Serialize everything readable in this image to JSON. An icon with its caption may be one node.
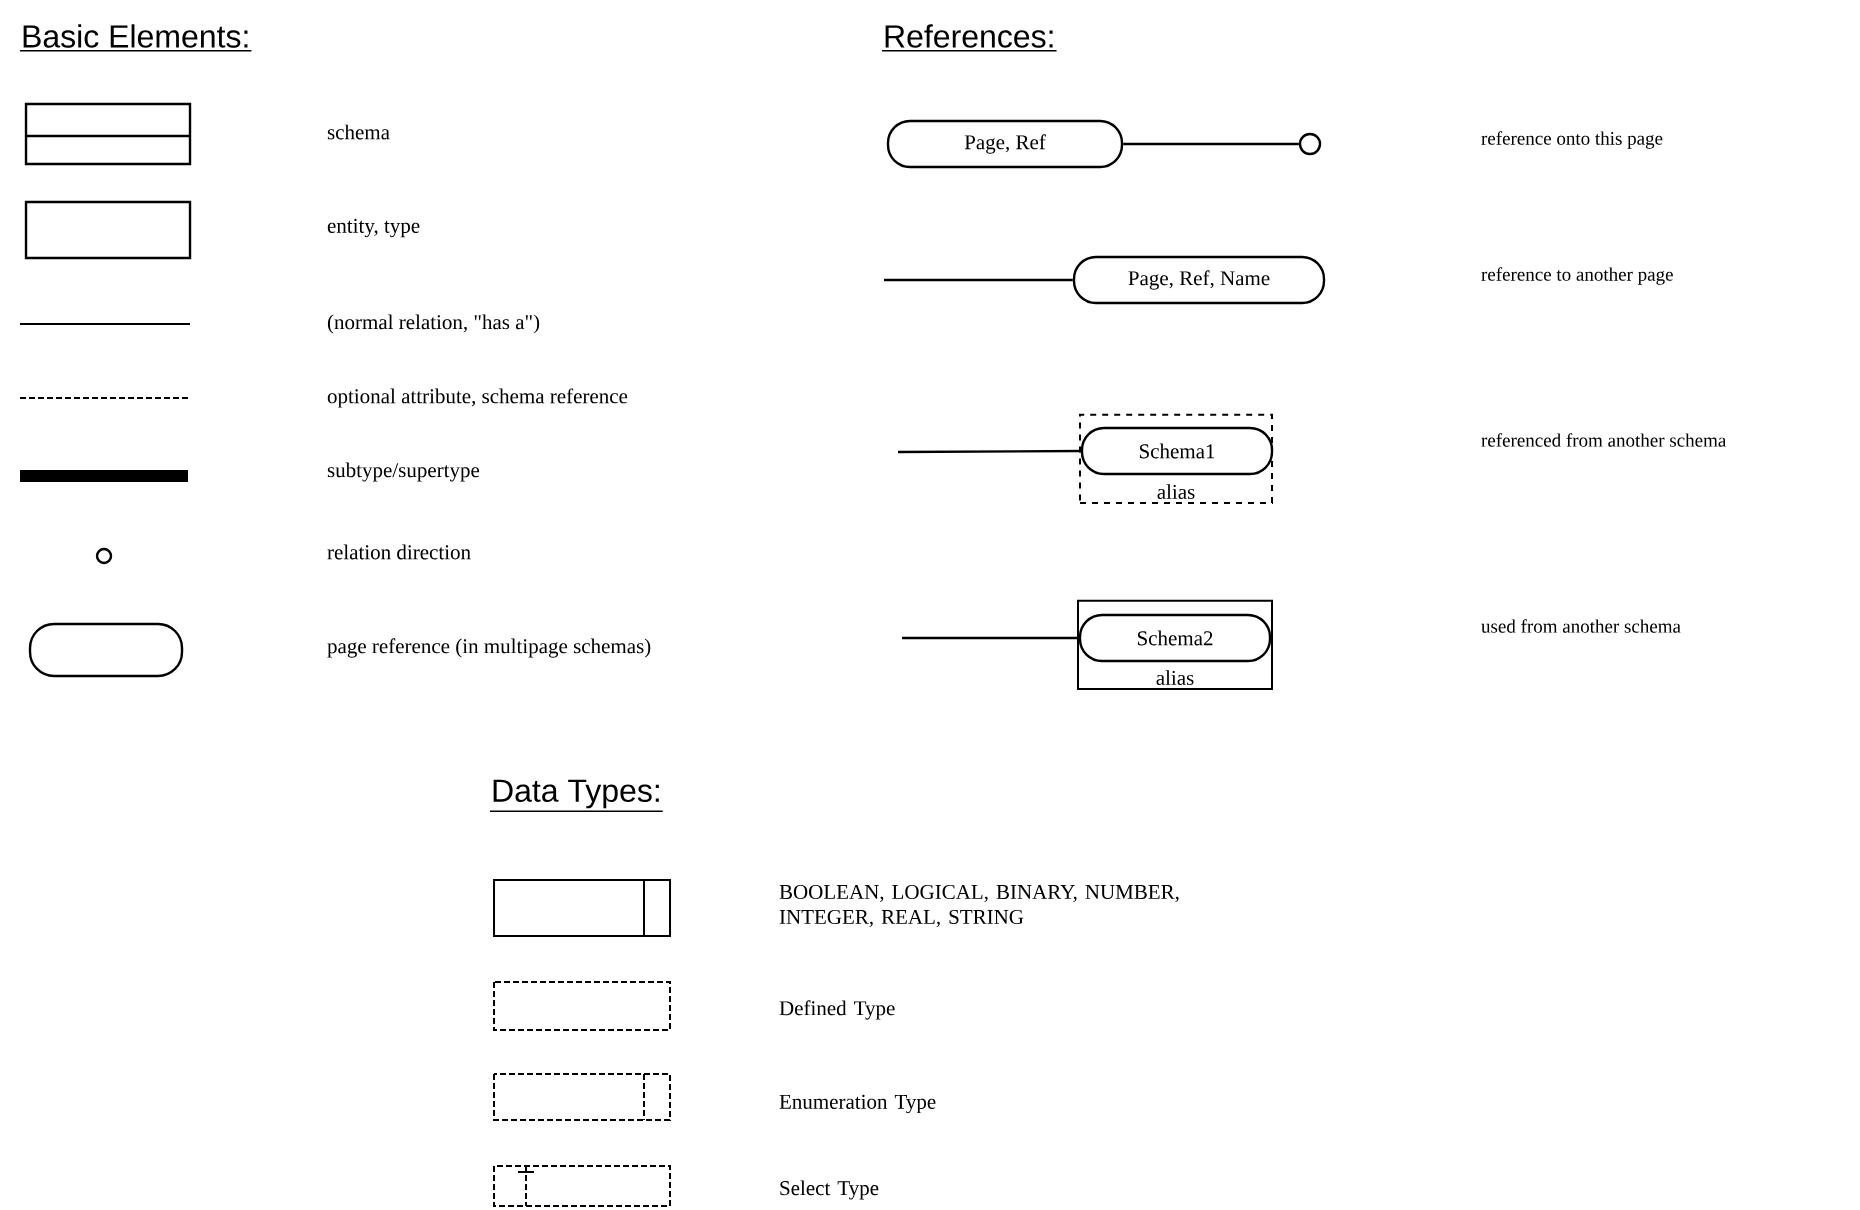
{
  "diagram": {
    "nodes": [
      {
        "text": [
          "Page, Ref"
        ]
      },
      {
        "text": [],
        "shape": "circle"
      },
      {
        "text": [
          "Page, Ref, Name"
        ]
      },
      {
        "text": [
          "alias"
        ]
      },
      {
        "text": [
          "Schema1"
        ],
        "in": 3
      },
      {
        "text": [
          "alias"
        ]
      },
      {
        "text": [
          "Schema2"
        ],
        "in": 5
      }
    ],
    "edges": [
      {
        "from": 0,
        "to": 1,
        "arrow": "none"
      },
      {
        "from": null,
        "to": 2,
        "arrow": "none"
      },
      {
        "from": null,
        "to": 4,
        "arrow": "none"
      },
      {
        "from": null,
        "to": 6,
        "arrow": "none"
      }
    ],
    "labels": [
      "Basic Elements:",
      "References:",
      "reference onto this page",
      "reference to another page",
      "referenced from another schema",
      "used from another schema",
      "Data Types:"
    ],
    "legend": [
      {
        "text": "schema"
      },
      {
        "text": "entity, type"
      },
      {
        "text": "(normal relation, \"has a\")"
      },
      {
        "text": "optional attribute, schema reference"
      },
      {
        "text": "subtype/supertype"
      },
      {
        "text": "relation direction"
      },
      {
        "text": "page reference (in multipage schemas)"
      },
      {
        "text": "BOOLEAN, LOGICAL, BINARY, NUMBER, INTEGER, REAL, STRING"
      },
      {
        "text": "Defined Type"
      },
      {
        "text": "Enumeration Type"
      },
      {
        "text": "Select Type"
      }
    ]
  }
}
